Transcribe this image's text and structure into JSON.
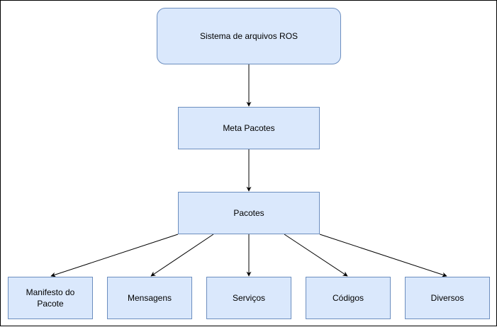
{
  "diagram": {
    "root": {
      "label": "Sistema de arquivos ROS"
    },
    "meta": {
      "label": "Meta Pacotes"
    },
    "packages": {
      "label": "Pacotes"
    },
    "children": [
      {
        "label": "Manifesto do Pacote"
      },
      {
        "label": "Mensagens"
      },
      {
        "label": "Serviços"
      },
      {
        "label": "Códigos"
      },
      {
        "label": "Diversos"
      }
    ],
    "colors": {
      "node_fill": "#dae8fc",
      "node_stroke": "#6c8ebf",
      "edge": "#000000"
    }
  }
}
